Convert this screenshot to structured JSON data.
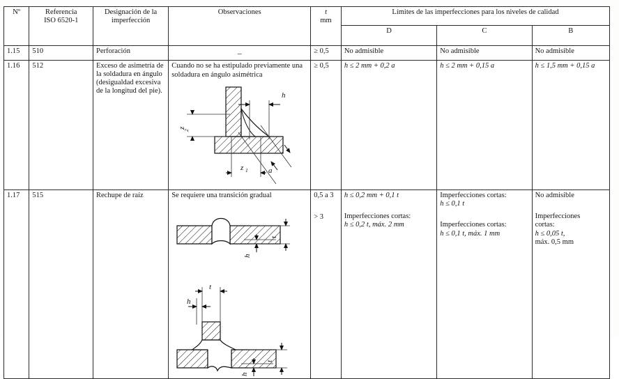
{
  "table": {
    "headers": {
      "num": "Nº",
      "reference": "Referencia\nISO 6520-1",
      "reference_line1": "Referencia",
      "reference_line2": "ISO 6520-1",
      "designation_line1": "Designación de la",
      "designation_line2": "imperfección",
      "observations": "Observaciones",
      "thickness_line1": "t",
      "thickness_line2": "mm",
      "limits_group": "Límites de las imperfecciones para los niveles de calidad",
      "level_d": "D",
      "level_c": "C",
      "level_b": "B"
    },
    "rows": [
      {
        "num": "1.15",
        "reference": "510",
        "designation": "Perforación",
        "observations": "–",
        "thickness": "≥ 0,5",
        "limit_d": "No admisible",
        "limit_c": "No admisible",
        "limit_b": "No admisible"
      },
      {
        "num": "1.16",
        "reference": "512",
        "designation": "Exceso de asimetría de la soldadura en ángulo (desigualdad excesiva de la longitud del pie).",
        "observations": "Cuando no se ha estipulado previamente una soldadura en ángulo asimétrica",
        "thickness": "≥ 0,5",
        "limit_d": "h ≤ 2 mm + 0,2 a",
        "limit_c": "h ≤ 2 mm + 0,15 a",
        "limit_b": "h ≤ 1,5 mm + 0,15 a",
        "figure_labels": [
          "h",
          "z2",
          "z1",
          "a"
        ]
      },
      {
        "num": "1.17",
        "reference": "515",
        "designation": "Rechupe de raíz",
        "observations": "Se requiere una transición gradual",
        "thickness_1": "0,5 a 3",
        "thickness_2": "> 3",
        "limit_d_1": "h ≤ 0,2 mm + 0,1 t",
        "limit_d_2a": "Imperfecciones cortas:",
        "limit_d_2b": "h ≤ 0,2 t, máx. 2 mm",
        "limit_c_1a": "Imperfecciones cortas:",
        "limit_c_1b": "h ≤ 0,1 t",
        "limit_c_2a": "Imperfecciones cortas:",
        "limit_c_2b": "h ≤ 0,1 t, máx. 1 mm",
        "limit_b_1": "No admisible",
        "limit_b_2a": "Imperfecciones",
        "limit_b_2b": "cortas:",
        "limit_b_2c": "h ≤ 0,05 t,",
        "limit_b_2d": "máx. 0,5 mm",
        "figure_labels": [
          "t",
          "h"
        ]
      }
    ]
  },
  "colors": {
    "border": "#2c2c2c",
    "text": "#141414",
    "page": "#fdfdfc"
  }
}
